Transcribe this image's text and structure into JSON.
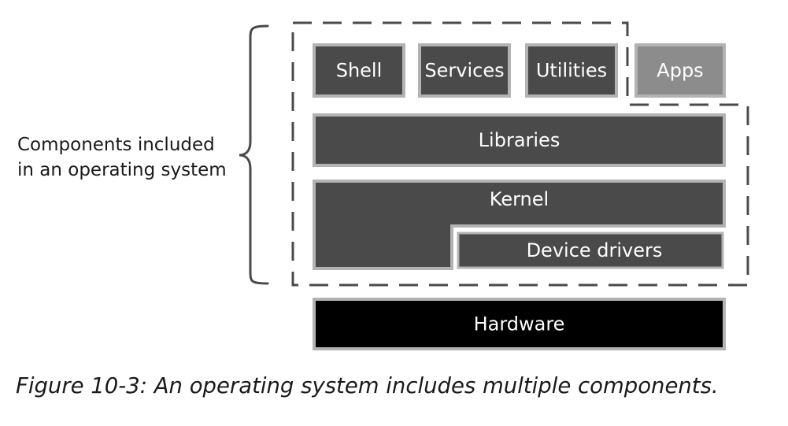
{
  "side_label": {
    "line1": "Components included",
    "line2": "in an operating system"
  },
  "blocks": {
    "shell": "Shell",
    "services": "Services",
    "utilities": "Utilities",
    "apps": "Apps",
    "libraries": "Libraries",
    "kernel": "Kernel",
    "device_drivers": "Device drivers",
    "hardware": "Hardware"
  },
  "caption": "Figure 10-3: An operating system includes multiple components.",
  "colors": {
    "block_dark": "#4a4a4a",
    "block_apps": "#8c8c8c",
    "block_hardware": "#000000",
    "block_border": "#b3b3b3",
    "dashed_outline": "#4a4a4a",
    "brace": "#4a4a4a"
  }
}
